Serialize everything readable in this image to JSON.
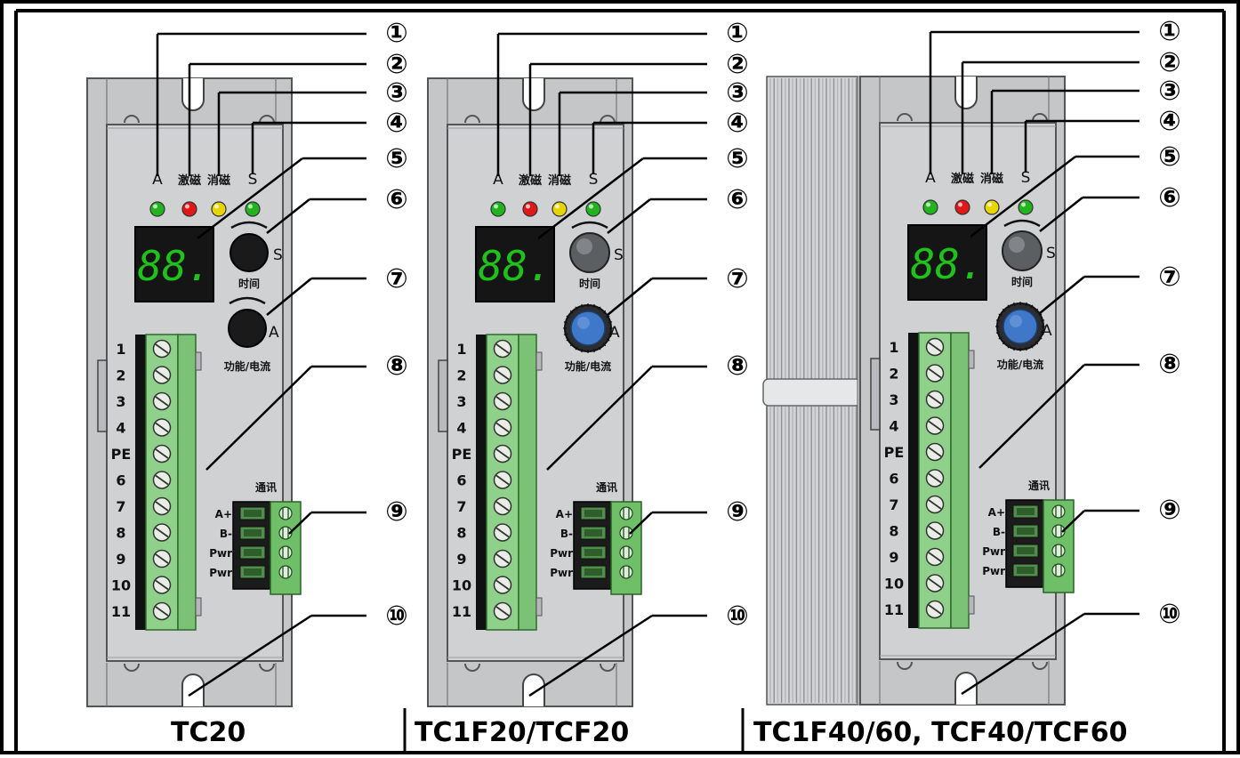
{
  "callouts": [
    "①",
    "②",
    "③",
    "④",
    "⑤",
    "⑥",
    "⑦",
    "⑧",
    "⑨",
    "⑩"
  ],
  "led_labels": {
    "a": "A",
    "excite": "激磁",
    "demag": "消磁",
    "s": "S"
  },
  "knob_labels": {
    "s": "S",
    "time": "时间",
    "a": "A",
    "func": "功能/电流"
  },
  "terminal_labels": [
    "1",
    "2",
    "3",
    "4",
    "PE",
    "6",
    "7",
    "8",
    "9",
    "10",
    "11"
  ],
  "comm": {
    "title": "通讯",
    "pins": [
      "A+",
      "B-",
      "Pwr",
      "Pwr"
    ]
  },
  "display_digits": "88.",
  "colors": {
    "led_green": "#22b41e",
    "led_red": "#e01818",
    "led_yellow": "#e8d400",
    "terminal_green": "#8fd08a",
    "knob_blue": "#3f78c8"
  },
  "models": [
    "TC20",
    "TC1F20/TCF20",
    "TC1F40/60, TCF40/TCF60"
  ]
}
